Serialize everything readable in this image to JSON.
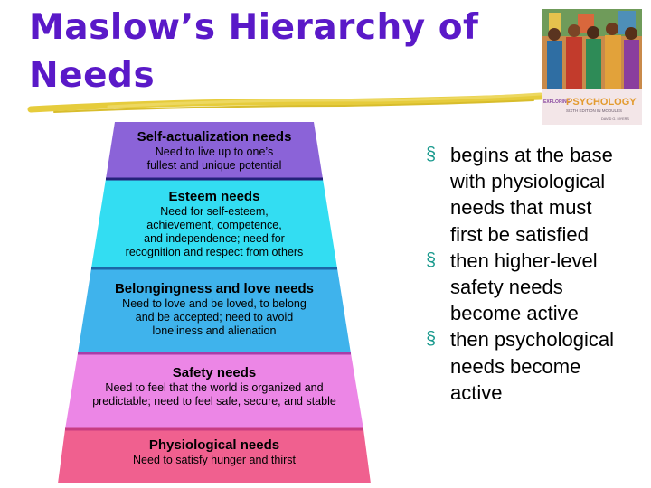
{
  "slide": {
    "title_line1": "Maslow’s Hierarchy of",
    "title_line2": "Needs",
    "title_color": "#5a19c8",
    "underline_color": "#e6cc3c"
  },
  "book_cover": {
    "brand": "EXPLORING",
    "title": "PSYCHOLOGY",
    "subtitle": "SIXTH EDITION IN MODULES",
    "author": "DAVID G. MYERS"
  },
  "pyramid": {
    "tiers": [
      {
        "title": "Self-actualization needs",
        "desc_lines": [
          "Need to live up to one’s",
          "fullest and unique potential"
        ],
        "color": "#8b63d8"
      },
      {
        "title": "Esteem needs",
        "desc_lines": [
          "Need for self-esteem,",
          "achievement, competence,",
          "and independence; need for",
          "recognition and respect from others"
        ],
        "color": "#33ddf2"
      },
      {
        "title": "Belongingness and love needs",
        "desc_lines": [
          "Need to love and be loved, to belong",
          "and be accepted; need to avoid",
          "loneliness and alienation"
        ],
        "color": "#3fb3ec"
      },
      {
        "title": "Safety needs",
        "desc_lines": [
          "Need to feel that the world is organized and",
          "predictable; need to feel safe, secure, and stable"
        ],
        "color": "#ec86e6"
      },
      {
        "title": "Physiological needs",
        "desc_lines": [
          "Need to satisfy hunger and thirst"
        ],
        "color": "#f0608f"
      }
    ]
  },
  "bullets": {
    "marker": "§",
    "marker_color": "#1a9a8e",
    "items": [
      [
        "begins at the base",
        "with physiological",
        "needs that must",
        "first be satisfied"
      ],
      [
        "then higher-level",
        "safety needs",
        "become active"
      ],
      [
        "then psychological",
        "needs become",
        "active"
      ]
    ]
  }
}
